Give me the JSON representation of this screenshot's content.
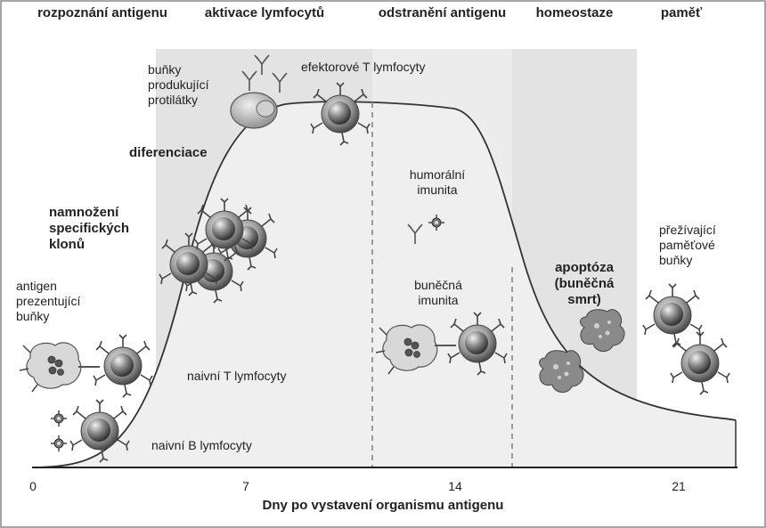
{
  "phases": [
    {
      "label": "rozpoznání antigenu"
    },
    {
      "label": "aktivace lymfocytů"
    },
    {
      "label": "odstranění antigenu"
    },
    {
      "label": "homeostaze"
    },
    {
      "label": "paměť"
    }
  ],
  "labels": {
    "antibody_cells": "buňky produkující protilátky",
    "effector_t": "efektorové T lymfocyty",
    "differentiation": "diferenciace",
    "clonal_expansion": "namnožení specifických klonů",
    "apc": "antigen prezentující buňky",
    "naive_t": "naivní T lymfocyty",
    "naive_b": "naivní B lymfocyty",
    "humoral": "humorální imunita",
    "cellular": "buněčná imunita",
    "apoptosis": "apoptóza (buněčná smrt)",
    "memory_cells": "přežívající paměťové buňky"
  },
  "x_axis": {
    "title": "Dny po vystavení organismu antigenu",
    "ticks": [
      "0",
      "7",
      "14",
      "21"
    ]
  },
  "icons": {
    "lymphocyte": "lymphocyte-icon",
    "plasma_cell": "plasma-cell-icon",
    "apc": "antigen-presenting-cell-icon",
    "antibody": "antibody-icon",
    "antigen": "antigen-icon",
    "apoptotic": "apoptotic-cell-icon"
  },
  "colors": {
    "shaded_band": "#e3e3e3",
    "curve_fill": "#ececec",
    "curve_line": "#333333",
    "divider": "#9a9a9a"
  }
}
